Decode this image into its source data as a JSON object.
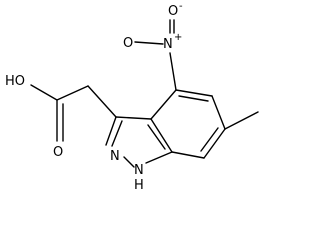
{
  "molecule": {
    "name": "",
    "atom_labels": {
      "hydroxyl": "HO",
      "carbonyl_oxygen": "O",
      "nitro_nitrogen": "N",
      "nitro_nitrogen_charge": "+",
      "nitro_oxygen_top": "O",
      "nitro_oxygen_top_charge": "-",
      "nitro_oxygen_left": "O",
      "ring_nitrogen": "N",
      "ring_nh_nitrogen": "N",
      "ring_nh_hydrogen": "H"
    },
    "bond_color": "#000000"
  }
}
